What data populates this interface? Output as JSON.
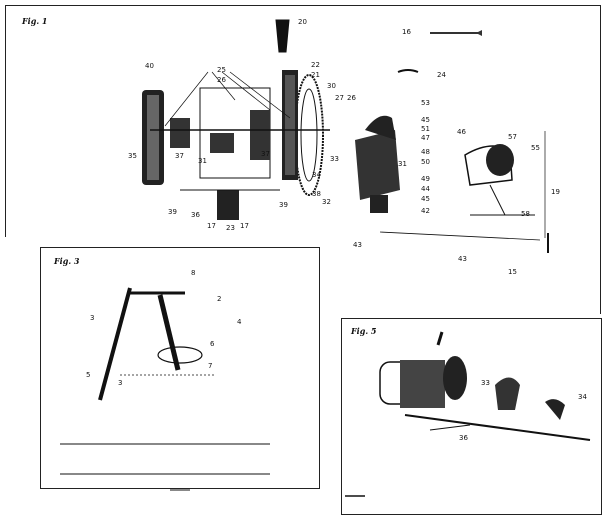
{
  "figures": {
    "fig1": "Fig. 1",
    "fig3": "Fig. 3",
    "fig5": "Fig. 5"
  },
  "fig1_callouts": [
    "20",
    "22",
    "21",
    "30",
    "16",
    "24",
    "40",
    "25",
    "26",
    "27",
    "26",
    "53",
    "45",
    "51",
    "47",
    "46",
    "55",
    "57",
    "35",
    "37",
    "37",
    "31",
    "33",
    "48",
    "50",
    "49",
    "44",
    "45",
    "42",
    "34",
    "38",
    "19",
    "39",
    "36",
    "17",
    "23",
    "17",
    "39",
    "32",
    "58",
    "43",
    "43",
    "15",
    "31"
  ],
  "fig3_callouts": [
    "8",
    "2",
    "4",
    "3",
    "6",
    "7",
    "5",
    "3"
  ],
  "fig5_callouts": [
    "33",
    "34",
    "36"
  ],
  "ink_color": "#111111"
}
